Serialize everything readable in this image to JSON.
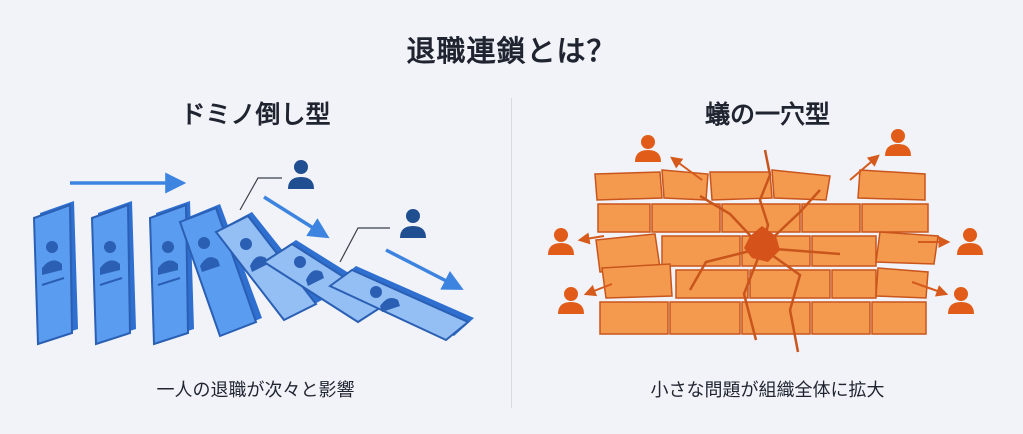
{
  "title": "退職連鎖とは？",
  "panels": [
    {
      "title": "ドミノ倒し型",
      "caption": "一人の退職が次々と影響",
      "icon": "domino-person-icon",
      "color": "#3d84e0"
    },
    {
      "title": "蟻の一穴型",
      "caption": "小さな問題が組織全体に拡大",
      "icon": "cracked-wall-icon",
      "color": "#f08a3c"
    }
  ]
}
